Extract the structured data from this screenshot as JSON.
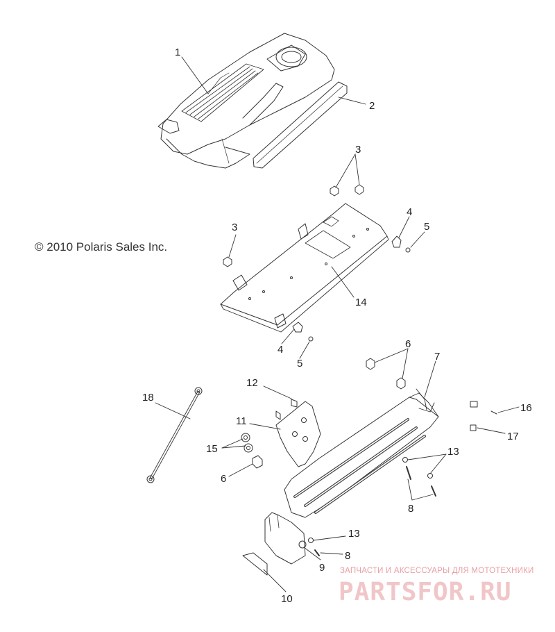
{
  "copyright": "© 2010 Polaris Sales Inc.",
  "watermark": {
    "tagline": "ЗАПЧАСТИ И АКСЕССУАРЫ ДЛЯ МОТОТЕХНИКИ",
    "brand": "PARTSFOR.RU"
  },
  "callouts": [
    {
      "id": "c1",
      "text": "1"
    },
    {
      "id": "c2",
      "text": "2"
    },
    {
      "id": "c3a",
      "text": "3"
    },
    {
      "id": "c3b",
      "text": "3"
    },
    {
      "id": "c4a",
      "text": "4"
    },
    {
      "id": "c5a",
      "text": "5"
    },
    {
      "id": "c14",
      "text": "14"
    },
    {
      "id": "c4b",
      "text": "4"
    },
    {
      "id": "c5b",
      "text": "5"
    },
    {
      "id": "c6a",
      "text": "6"
    },
    {
      "id": "c7",
      "text": "7"
    },
    {
      "id": "c12",
      "text": "12"
    },
    {
      "id": "c18",
      "text": "18"
    },
    {
      "id": "c11",
      "text": "11"
    },
    {
      "id": "c16",
      "text": "16"
    },
    {
      "id": "c17",
      "text": "17"
    },
    {
      "id": "c15",
      "text": "15"
    },
    {
      "id": "c13a",
      "text": "13"
    },
    {
      "id": "c6b",
      "text": "6"
    },
    {
      "id": "c8a",
      "text": "8"
    },
    {
      "id": "c13b",
      "text": "13"
    },
    {
      "id": "c8b",
      "text": "8"
    },
    {
      "id": "c9",
      "text": "9"
    },
    {
      "id": "c10",
      "text": "10"
    }
  ]
}
